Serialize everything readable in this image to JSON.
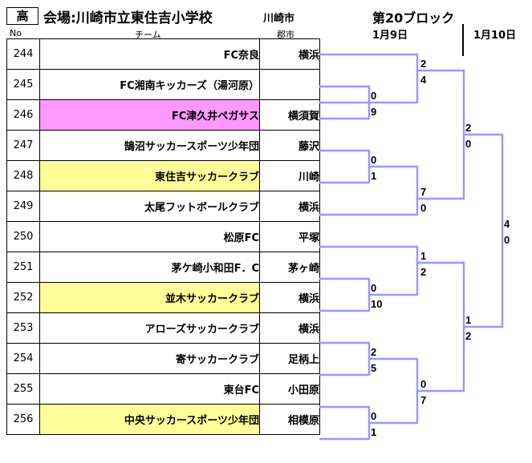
{
  "header": {
    "grade": "高",
    "venue": "会場:川崎市立東住吉小学校",
    "city": "川崎市",
    "block": "第20ブロック",
    "day1": "1月9日",
    "day2": "1月10日"
  },
  "columns": {
    "no": "No",
    "team": "チーム",
    "city": "郡市"
  },
  "teams": [
    {
      "no": "244",
      "name": "FC奈良",
      "city": "横浜",
      "highlight": ""
    },
    {
      "no": "245",
      "name": "FC湘南キッカーズ（湯河原）",
      "city": "",
      "highlight": ""
    },
    {
      "no": "246",
      "name": "FC津久井ペガサス",
      "city": "横須賀",
      "highlight": "#ff99ff"
    },
    {
      "no": "247",
      "name": "鵠沼サッカースポーツ少年団",
      "city": "藤沢",
      "highlight": ""
    },
    {
      "no": "248",
      "name": "東住吉サッカークラブ",
      "city": "川崎",
      "highlight": "#ffff99"
    },
    {
      "no": "249",
      "name": "太尾フットボールクラブ",
      "city": "横浜",
      "highlight": ""
    },
    {
      "no": "250",
      "name": "松原FC",
      "city": "平塚",
      "highlight": ""
    },
    {
      "no": "251",
      "name": "茅ケ崎小和田F．C",
      "city": "茅ヶ崎",
      "highlight": ""
    },
    {
      "no": "252",
      "name": "並木サッカークラブ",
      "city": "横浜",
      "highlight": "#ffff99"
    },
    {
      "no": "253",
      "name": "アローズサッカークラブ",
      "city": "横浜",
      "highlight": ""
    },
    {
      "no": "254",
      "name": "寄サッカークラブ",
      "city": "足柄上",
      "highlight": ""
    },
    {
      "no": "255",
      "name": "東台FC",
      "city": "小田原",
      "highlight": ""
    },
    {
      "no": "256",
      "name": "中央サッカースポーツ少年団",
      "city": "相模原",
      "highlight": "#ffff99"
    }
  ],
  "bracket": {
    "line_color": "#9999ff",
    "scores": [
      {
        "id": "s1a",
        "text": "0"
      },
      {
        "id": "s1b",
        "text": "9"
      },
      {
        "id": "s2a",
        "text": "2"
      },
      {
        "id": "s2b",
        "text": "4"
      },
      {
        "id": "s3a",
        "text": "0"
      },
      {
        "id": "s3b",
        "text": "1"
      },
      {
        "id": "s4a",
        "text": "7"
      },
      {
        "id": "s4b",
        "text": "0"
      },
      {
        "id": "s5a",
        "text": "2"
      },
      {
        "id": "s5b",
        "text": "0"
      },
      {
        "id": "s6a",
        "text": "0"
      },
      {
        "id": "s6b",
        "text": "10"
      },
      {
        "id": "s7a",
        "text": "1"
      },
      {
        "id": "s7b",
        "text": "2"
      },
      {
        "id": "s8a",
        "text": "2"
      },
      {
        "id": "s8b",
        "text": "5"
      },
      {
        "id": "s9a",
        "text": "0"
      },
      {
        "id": "s9b",
        "text": "1"
      },
      {
        "id": "s10a",
        "text": "0"
      },
      {
        "id": "s10b",
        "text": "7"
      },
      {
        "id": "s11a",
        "text": "1"
      },
      {
        "id": "s11b",
        "text": "2"
      },
      {
        "id": "s12a",
        "text": "4"
      },
      {
        "id": "s12b",
        "text": "0"
      }
    ]
  }
}
